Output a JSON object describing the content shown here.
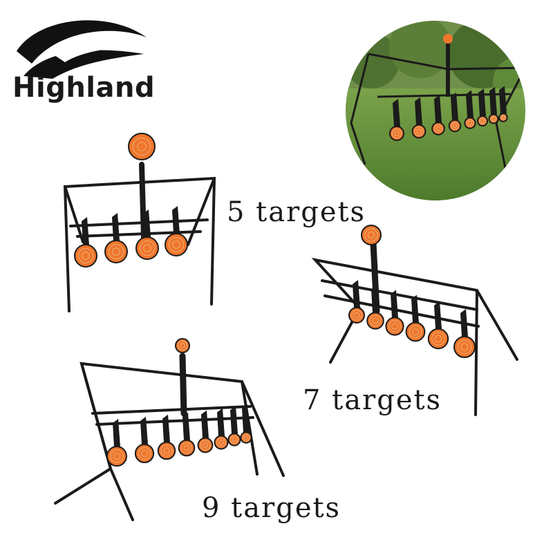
{
  "brand": {
    "name": "Highland",
    "logo_color": "#111111",
    "logo_icon": "swoosh-logo-icon"
  },
  "products": [
    {
      "label": "5 targets",
      "target_count": 5
    },
    {
      "label": "7 targets",
      "target_count": 7
    },
    {
      "label": "9 targets",
      "target_count": 9
    }
  ],
  "colors": {
    "target_orange": "#f0762b",
    "target_ring": "#e8b07a",
    "frame": "#1b1b1b",
    "grass": "#5f8a3a",
    "sky": "#cfe3e8"
  }
}
